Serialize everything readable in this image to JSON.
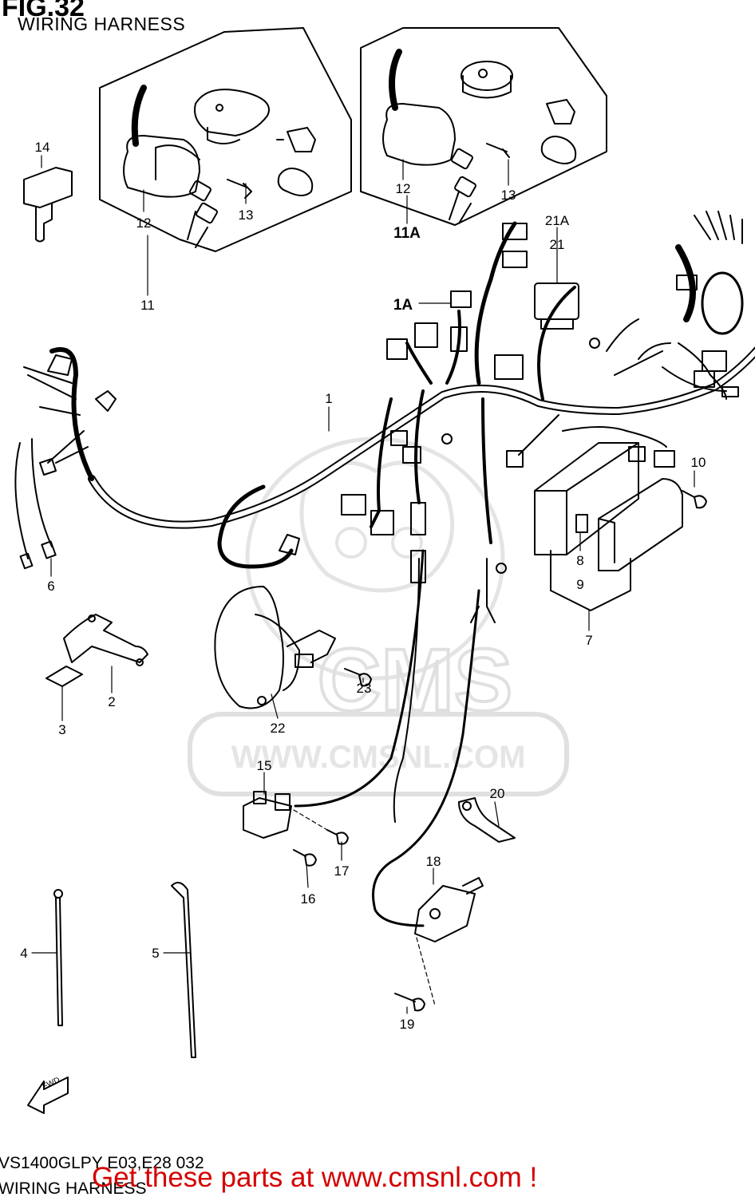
{
  "figure": {
    "title": "FIG.32",
    "subtitle": "WIRING HARNESS",
    "model_code": "VS1400GLPY E03,E28 032",
    "model_subtitle": "WIRING HARNESS"
  },
  "watermark": {
    "brand": "CMS",
    "url": "WWW.CMSNL.COM"
  },
  "promo": {
    "text": "Get these parts at www.cmsnl.com !"
  },
  "fwd_label": "FWD",
  "callouts": [
    "14",
    "12",
    "13",
    "11",
    "12",
    "13",
    "11A",
    "21A",
    "21",
    "1A",
    "1",
    "10",
    "6",
    "8",
    "9",
    "7",
    "2",
    "3",
    "23",
    "22",
    "15",
    "20",
    "17",
    "16",
    "18",
    "4",
    "5",
    "19"
  ],
  "colors": {
    "line": "#000000",
    "watermark": "#c8c8c8",
    "promo": "#d40000"
  }
}
